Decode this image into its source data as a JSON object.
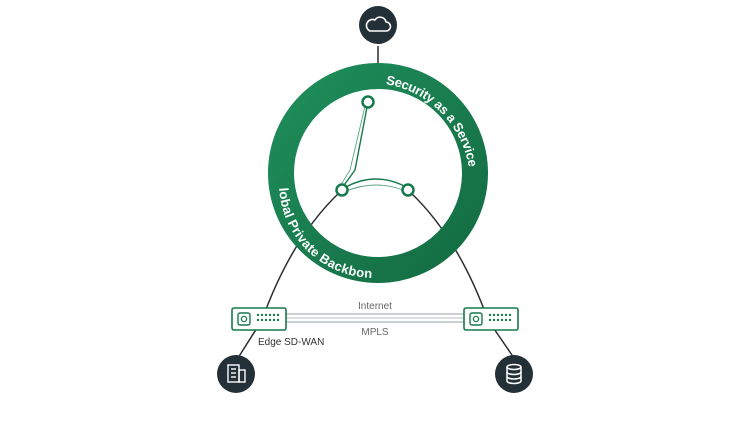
{
  "ring": {
    "top_label": "Security as a Service",
    "bottom_label": "Global Private Backbone"
  },
  "links": {
    "internet_label": "Internet",
    "mpls_label": "MPLS"
  },
  "edge": {
    "label": "Edge SD-WAN"
  },
  "icons": {
    "cloud": "cloud-icon",
    "branch": "building-icon",
    "datacenter": "database-icon",
    "appliance": "sdwan-appliance-icon"
  },
  "colors": {
    "ring_green": "#157a4b",
    "ring_green_light": "#1f8e5b",
    "node_dark": "#243038",
    "line": "#2a2f33",
    "link_gray": "#9aa0a4",
    "label_gray": "#666666"
  }
}
